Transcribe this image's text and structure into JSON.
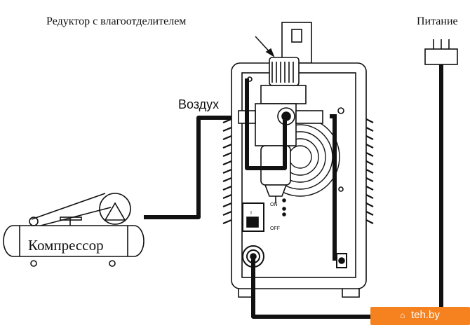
{
  "labels": {
    "reducer": "Редуктор с влагоотделителем",
    "power": "Питание",
    "air": "Воздух",
    "compressor": "Компрессор",
    "switch_on": "ON",
    "switch_off": "OFF",
    "switch_marks": "I"
  },
  "watermark": {
    "text": "teh.by",
    "color": "#f5821f"
  }
}
